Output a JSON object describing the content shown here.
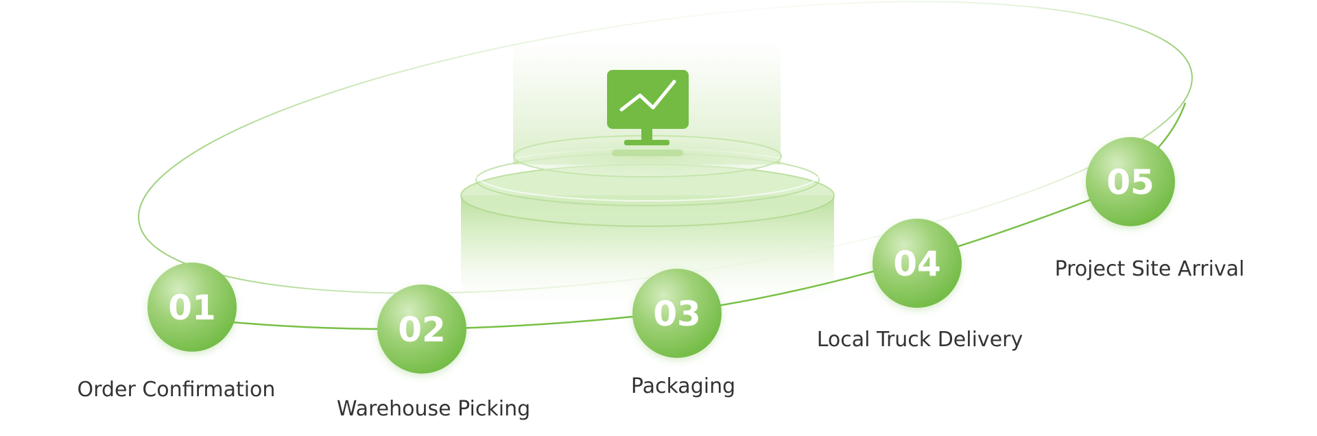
{
  "steps": [
    {
      "number": "01",
      "label": "Order Confirmation"
    },
    {
      "number": "02",
      "label": "Warehouse Picking"
    },
    {
      "number": "03",
      "label": "Packaging"
    },
    {
      "number": "04",
      "label": "Local Truck Delivery"
    },
    {
      "number": "05",
      "label": "Project Site Arrival"
    }
  ],
  "center_icon": "monitor-chart-icon",
  "colors": {
    "accent": "#7cc24f",
    "accent_light": "#c8e6a8",
    "accent_dark": "#6ab43a",
    "label_text": "#333333"
  }
}
